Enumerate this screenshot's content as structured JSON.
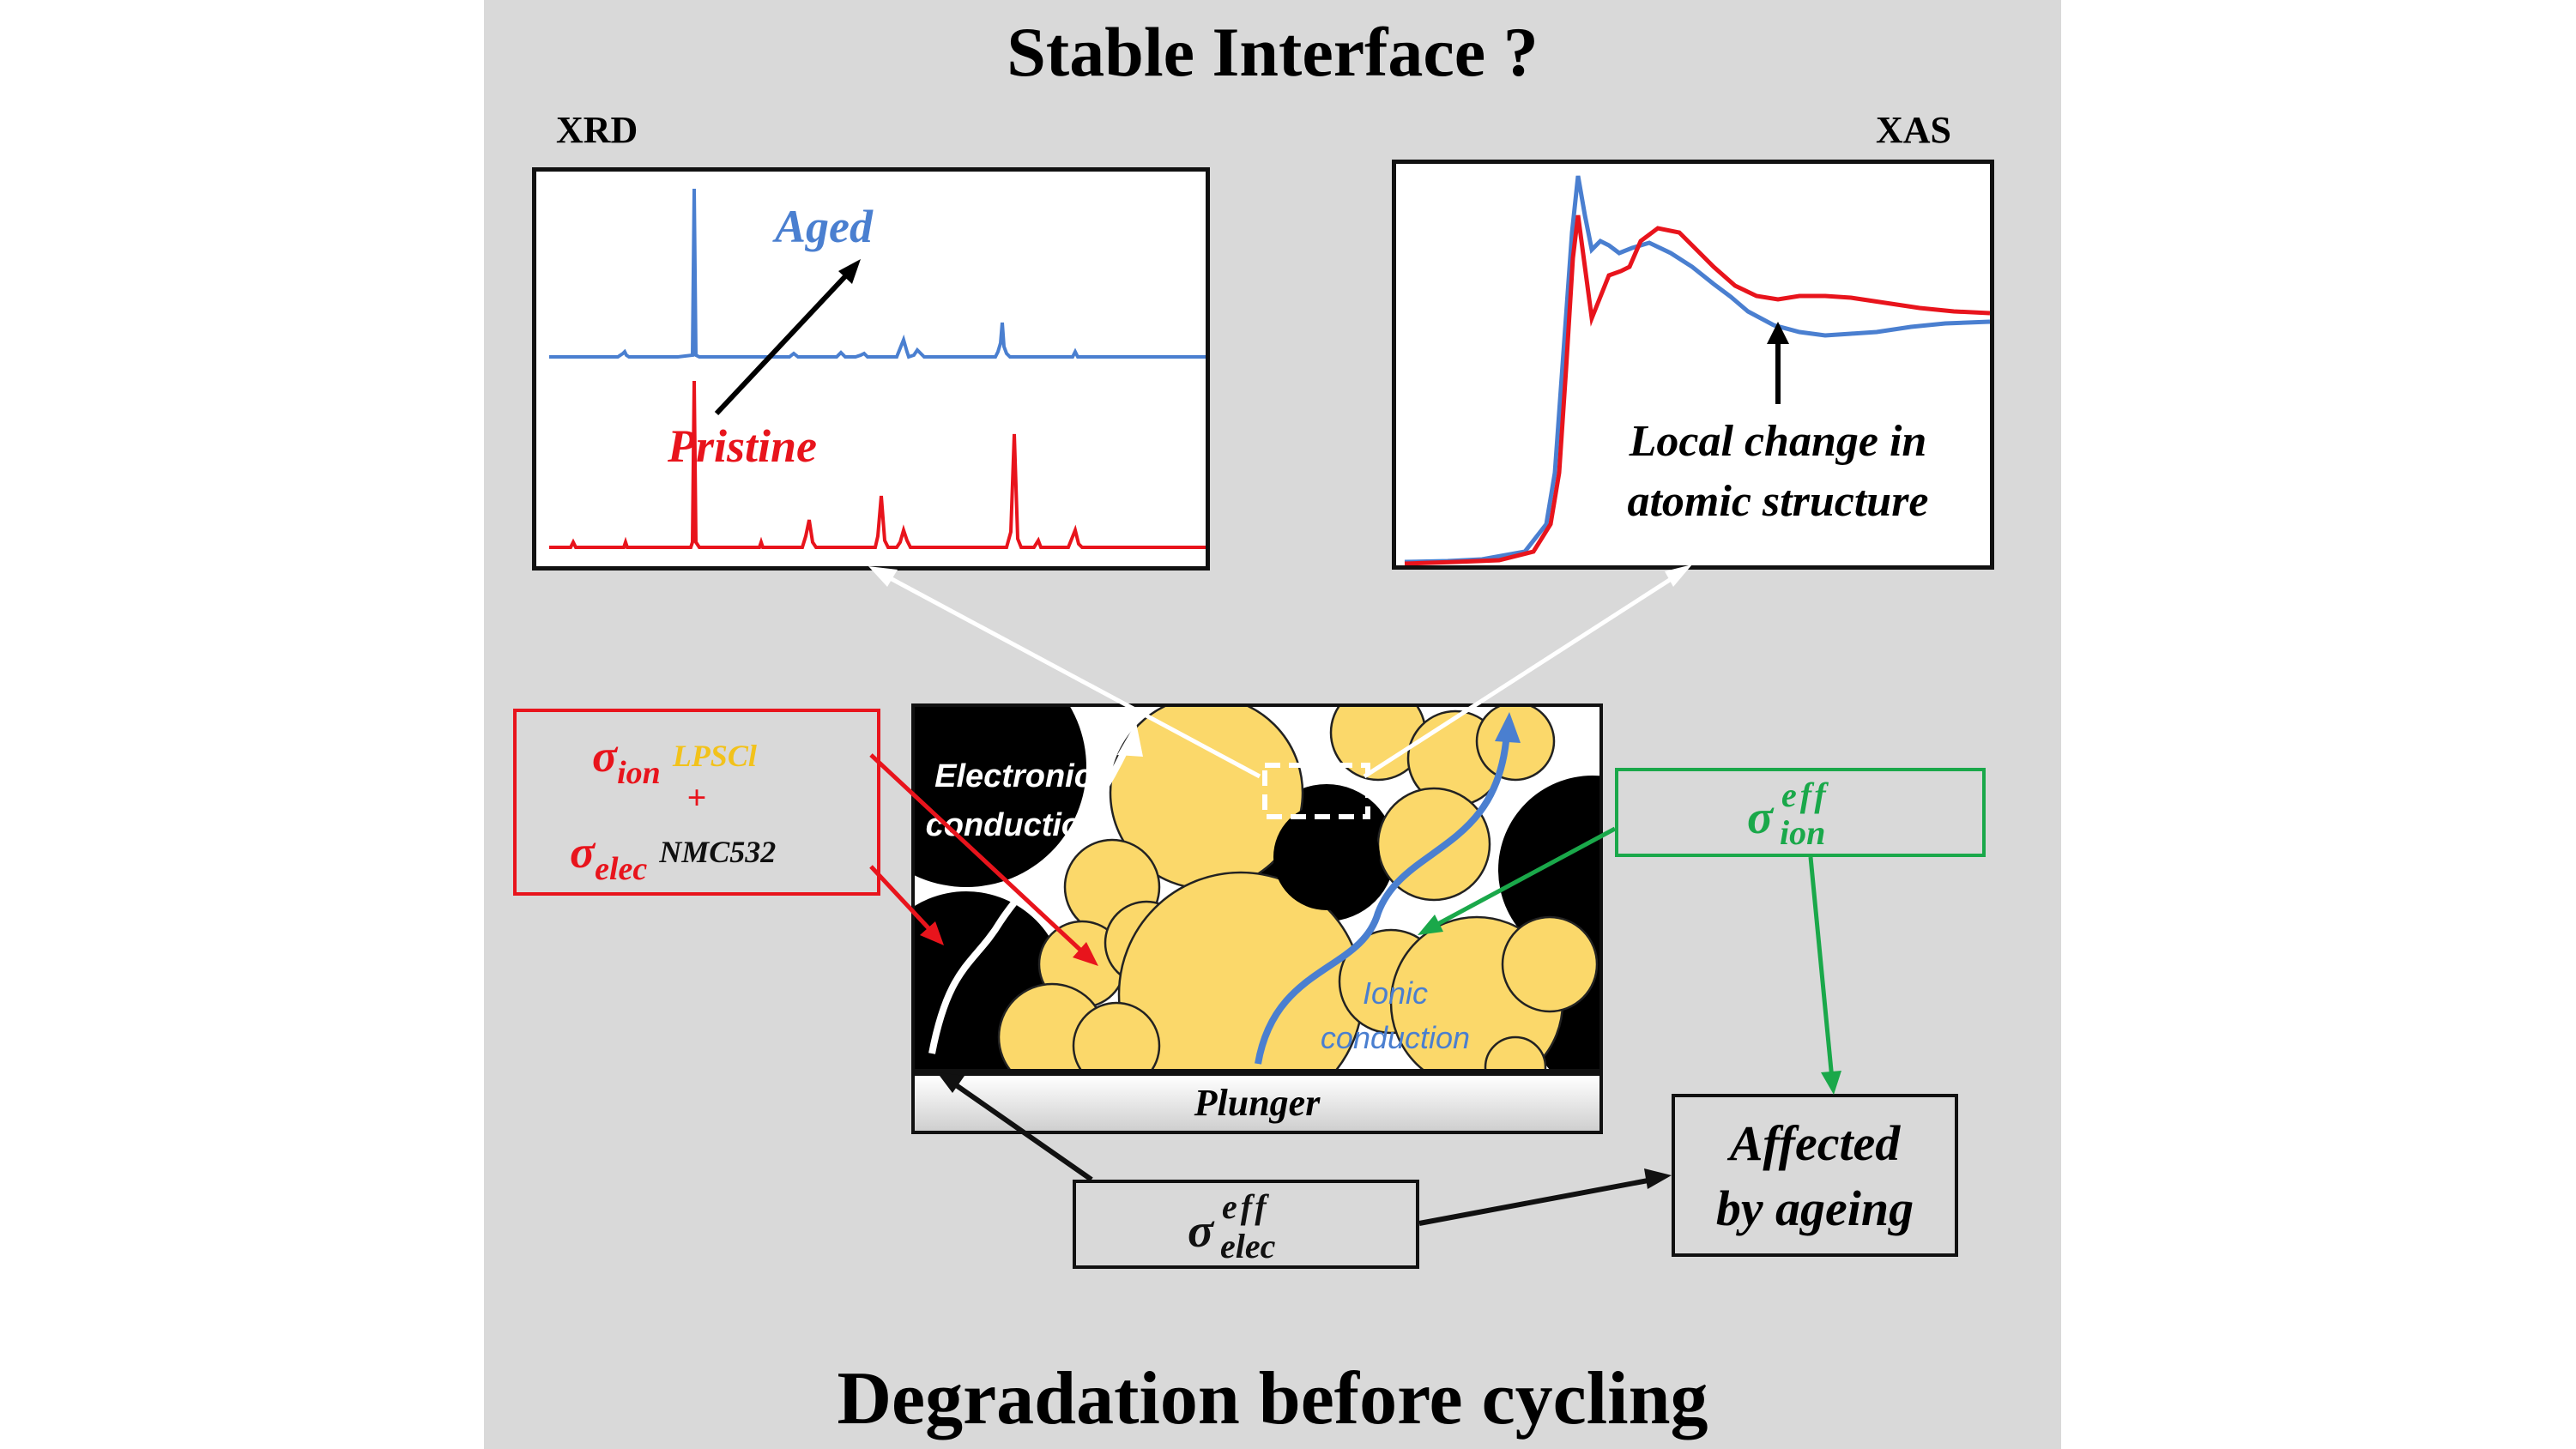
{
  "title_top": "Stable Interface ?",
  "title_bottom": "Degradation before cycling",
  "xrd": {
    "label": "XRD",
    "aged": "Aged",
    "pristine": "Pristine"
  },
  "xas": {
    "label": "XAS",
    "annotation_line1": "Local change in",
    "annotation_line2": "atomic structure"
  },
  "cell": {
    "electronic_line1": "Electronic",
    "electronic_line2": "conduction",
    "ionic_line1": "Ionic",
    "ionic_line2": "conduction",
    "plunger": "Plunger"
  },
  "red_box": {
    "sigma": "σ",
    "ion_sub": "ion",
    "lpscl": "LPSCl",
    "plus": "+",
    "elec_sub": "elec",
    "nmc": "NMC532"
  },
  "green_box": {
    "sigma": "σ",
    "sup": "eff",
    "sub": "ion"
  },
  "black_box": {
    "sigma": "σ",
    "sup": "eff",
    "sub": "elec"
  },
  "affected_box": {
    "line1": "Affected",
    "line2": "by ageing"
  },
  "colors": {
    "panel": "#d9d9d9",
    "aged_blue": "#4a7fd0",
    "pristine_red": "#e8141c",
    "particle_yellow": "#fbd86a",
    "green": "#1aa84a",
    "lpscl_yellow": "#f2c21b"
  }
}
